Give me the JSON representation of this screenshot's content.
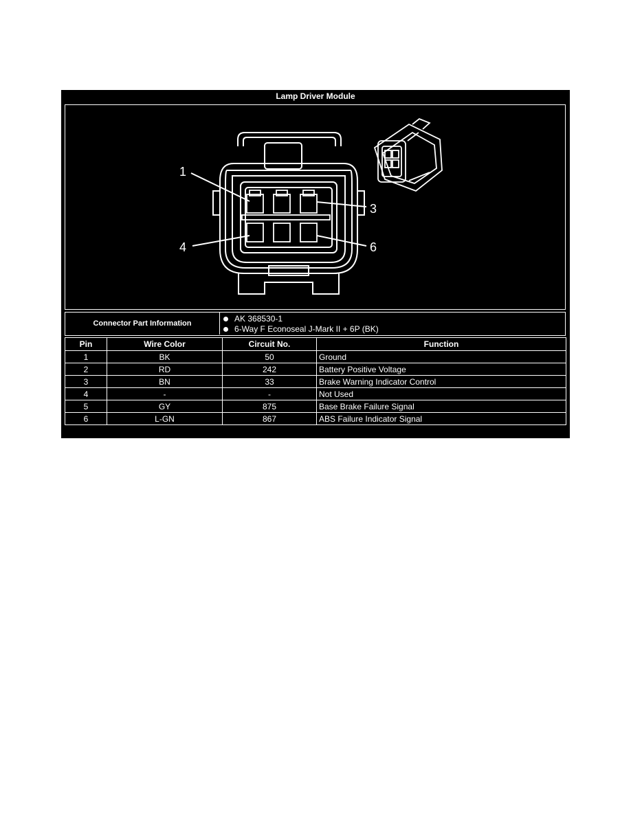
{
  "title": "Lamp Driver Module",
  "diagram": {
    "pin_callouts": [
      "1",
      "3",
      "4",
      "6"
    ]
  },
  "connector_part_information": {
    "label": "Connector Part Information",
    "items": [
      "AK 368530-1",
      "6-Way F Econoseal J-Mark II + 6P (BK)"
    ]
  },
  "table": {
    "headers": [
      "Pin",
      "Wire Color",
      "Circuit No.",
      "Function"
    ],
    "rows": [
      [
        "1",
        "BK",
        "50",
        "Ground"
      ],
      [
        "2",
        "RD",
        "242",
        "Battery Positive Voltage"
      ],
      [
        "3",
        "BN",
        "33",
        "Brake Warning Indicator Control"
      ],
      [
        "4",
        "-",
        "-",
        "Not Used"
      ],
      [
        "5",
        "GY",
        "875",
        "Base Brake Failure Signal"
      ],
      [
        "6",
        "L-GN",
        "867",
        "ABS Failure Indicator Signal"
      ]
    ]
  },
  "colors": {
    "background": "#000000",
    "foreground": "#ffffff",
    "page": "#ffffff"
  }
}
